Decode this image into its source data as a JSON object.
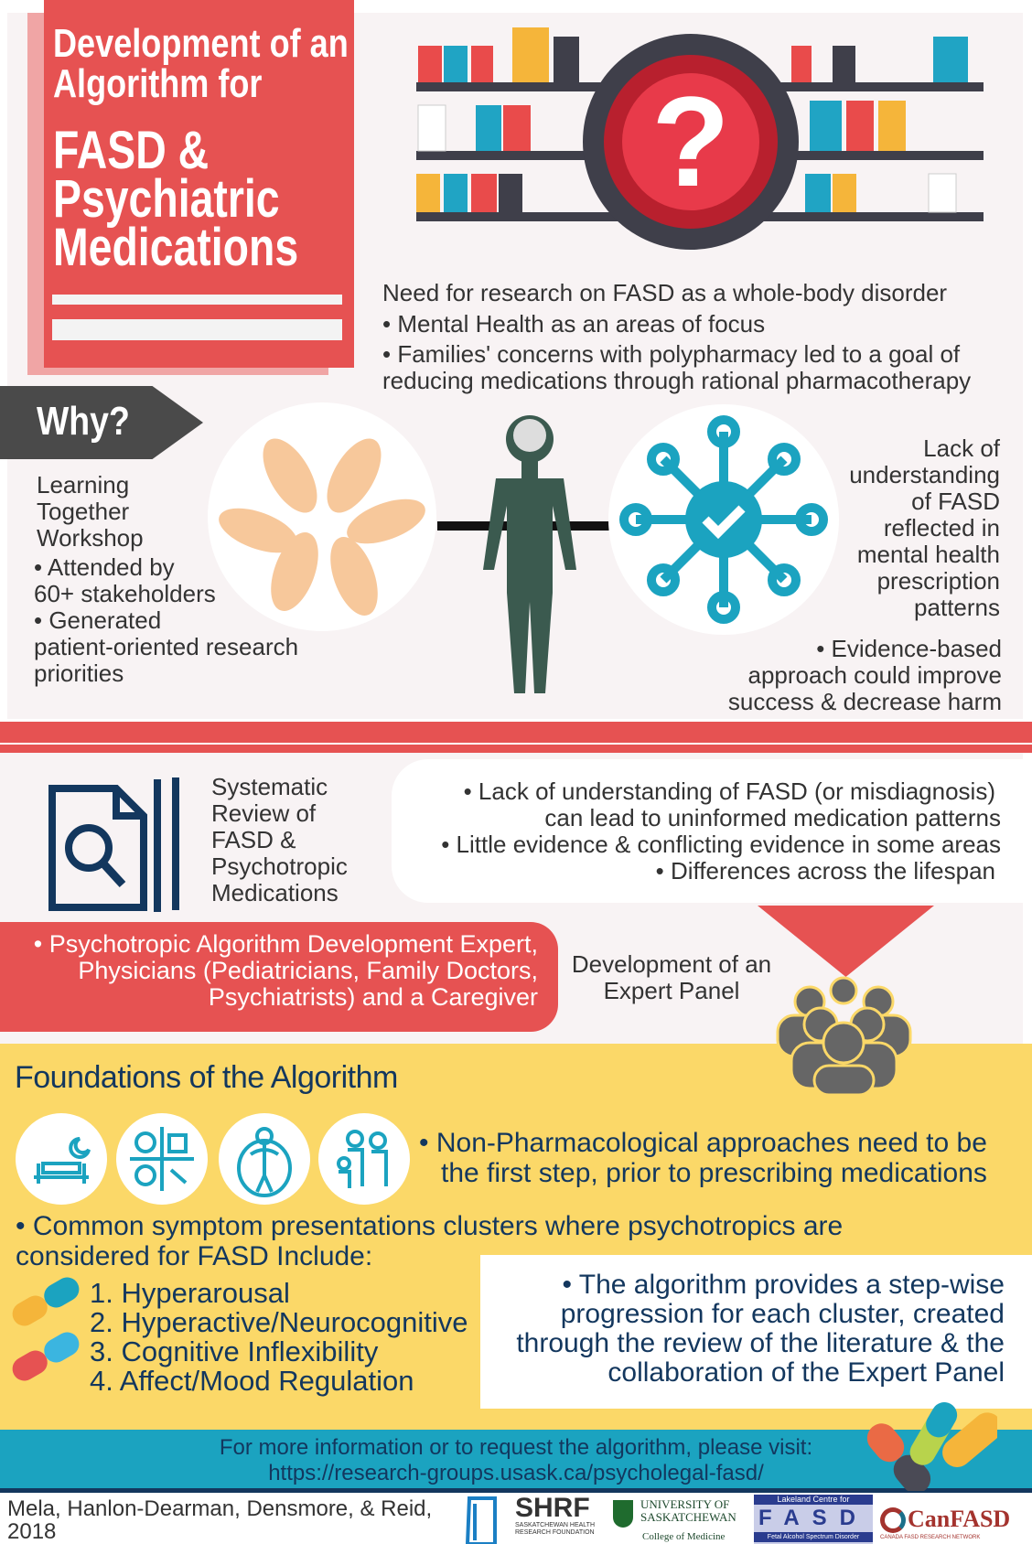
{
  "title": {
    "line1": "Development of an",
    "line2": "Algorithm for",
    "line3": "FASD &",
    "line4": "Psychiatric",
    "line5": "Medications"
  },
  "need": {
    "heading": "Need for research on FASD as a whole-body disorder",
    "bullets": [
      "• Mental Health as an areas of focus",
      "• Families' concerns with polypharmacy led to a goal of",
      "reducing medications through rational pharmacotherapy"
    ]
  },
  "why": {
    "label": "Why?",
    "workshop": [
      "Learning",
      "Together",
      "Workshop"
    ],
    "bullets": [
      "• Attended by",
      "60+ stakeholders",
      "• Generated",
      "patient-oriented research",
      "priorities"
    ]
  },
  "lack": {
    "lines": [
      "Lack of",
      "understanding",
      "of FASD",
      "reflected in",
      "mental health",
      "prescription",
      "patterns"
    ],
    "evidence": [
      "• Evidence-based",
      "approach could improve",
      "success & decrease harm"
    ]
  },
  "review": {
    "title": [
      "Systematic",
      "Review of",
      "FASD &",
      "Psychotropic",
      "Medications"
    ],
    "bullets": [
      "• Lack of understanding of FASD (or misdiagnosis)",
      "can lead to uninformed medication patterns",
      "• Little evidence & conflicting evidence in some areas",
      "• Differences across the lifespan"
    ]
  },
  "panel": {
    "members": [
      "• Psychotropic Algorithm Development Expert,",
      "Physicians (Pediatricians, Family Doctors,",
      "Psychiatrists) and a Caregiver"
    ],
    "label": [
      "Development of an",
      "Expert Panel"
    ]
  },
  "foundations": {
    "title": "Foundations of the Algorithm",
    "icons": [
      "sleep-icon",
      "nutrition-icon",
      "exercise-icon",
      "family-icon"
    ],
    "nonpharm": [
      "• Non-Pharmacological approaches need to be",
      "the first step, prior to prescribing medications"
    ],
    "common": [
      "• Common symptom presentations clusters where psychotropics are",
      "considered for FASD Include:"
    ],
    "clusters": [
      "1. Hyperarousal",
      "2. Hyperactive/Neurocognitive",
      "3. Cognitive Inflexibility",
      "4. Affect/Mood Regulation"
    ],
    "stepwise": [
      "• The algorithm provides a step-wise",
      "progression for each cluster, created",
      "through the review of the literature & the",
      "collaboration of the Expert Panel"
    ]
  },
  "info": {
    "line1": "For more information or to request the algorithm, please visit:",
    "url": "https://research-groups.usask.ca/psycholegal-fasd/"
  },
  "footer": {
    "authors": "Mela, Hanlon-Dearman, Densmore, & Reid,",
    "year": "2018",
    "logos": {
      "shrf": "SHRF",
      "shrf_sub": "SASKATCHEWAN HEALTH RESEARCH FOUNDATION",
      "usask": "UNIVERSITY OF SASKATCHEWAN",
      "usask_sub": "College of Medicine",
      "lakeland": "Lakeland Centre for",
      "fasd": "FASD",
      "fasd_sub": "Fetal Alcohol Spectrum Disorder",
      "canfasd": "CanFASD",
      "canfasd_sub": "CANADA FASD RESEARCH NETWORK"
    }
  },
  "colors": {
    "red": "#e65252",
    "navy": "#13375e",
    "teal": "#1ba3c0",
    "yellow": "#fbd868",
    "figure": "#3b5a4f"
  }
}
